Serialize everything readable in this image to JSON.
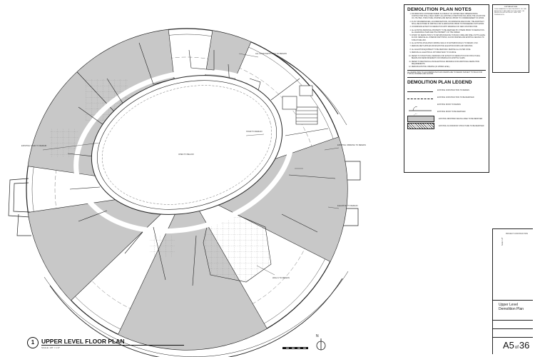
{
  "notes": {
    "title": "DEMOLITION PLAN NOTES",
    "items": [
      "INFORMATION CONTAINED HEREIN IS A RESULT OF LIMITED FIELD OBSERVATIONS. CONTRACTOR SHALL FIELD VERIFY ALL EXISTING CONDITIONS INCLUDING THE LOCATIONS OF UTILITIES, STRUCTURE, FINISHES AND DETAILS PRIOR TO COMMENCEMENT OF WORK.",
      "IF ANY DISCREPANCIES, ACCOMMODATIONS, OR OMISSIONS ARE FOUND, THE ARCHITECT SHALL BE NOTIFIED IN WRITING FOR CLARIFICATION PRIOR TO PROCEEDING WITH WORK.",
      "COORDINATE EXTENT OF DEMOLITION WITH DRAWINGS OF NEW CONSTRUCTION.",
      "ALL EXISTING PERSONAL PROPERTY TO BE REMOVED BY OTHERS PRIOR TO DEMOLITION. ALL REMAINING ITEMS ARE THE PROPERTY OF THE OWNER.",
      "INTENT OF DEMOLITION IS TO RETURN BUILDING TO BASIC CORE AND SHELL WITH A LEVEL FLOOR. REMOVE ALL INTERIOR PARTITIONS, FLOOR FINISHES AND EXISTING CEILINGS TO STRUCTURE UNO.",
      "ALL EXISTING INSULATED FURRING WALLS ON EXTERIOR WALLS TO REMAIN, UNO.",
      "REMOVE MEP SUPPLIES FROM EXISTING ELEVATOR DOORS AND WINDOWS.",
      "ALL ELEVATOR EQUIPMENT TO BE REMOVED. REMOVE ALL AS PER CODE.",
      "REMOVE ALL ELECTRICAL FIXTURES BACK TO SOURCE.",
      "REFER TO STRUCTURAL DRAWINGS FOR EXTENT OF DEMOLITION FOR STRUCTURAL BEAMS AND REINFORCEMENT FOR OPENINGS IN EXISTING SLABS.",
      "REFER TO MECHANICAL AND ELECTRICAL DRAWINGS FOR ADDITIONAL DEMOLITION REQUIREMENTS.",
      "REMOVE EXISTING OPENING (IN UPPER LEVEL)."
    ],
    "footnote": "ALL DEMOLITION TO ACCOMMODATE PLANS DRAWN ARE TO REMAIN SUBJECT TO BUILD FOR TYPICAL FINISHES AND FLOORS."
  },
  "legend": {
    "title": "DEMOLITION PLAN LEGEND",
    "items": [
      {
        "label": "EXISTING CONSTRUCTION TO REMAIN",
        "style": "solid"
      },
      {
        "label": "EXISTING CONSTRUCTION TO BE REMOVED",
        "style": "dashed"
      },
      {
        "label": "EXISTING DOOR TO REMAIN",
        "style": "door"
      },
      {
        "label": "EXISTING DOOR TO BE REMOVED",
        "style": "door-dashed"
      },
      {
        "label": "EXISTING DROPPED CEILING AREA TO BE REMOVED",
        "style": "gray-fill"
      },
      {
        "label": "EXISTING FLOOR/ROOF STRUCTURE TO BE REMOVED",
        "style": "hatch"
      }
    ]
  },
  "copyright": {
    "title": "COPYRIGHT 2020",
    "text": "THIS DRAWING IS THE PROPERTY OF THE ARCHITECT AND MAY NOT BE USED OR REPRODUCED WITHOUT WRITTEN PERMISSION."
  },
  "plan": {
    "number": "1",
    "title": "UPPER LEVEL FLOOR PLAN",
    "scale": "SCALE: 1/8\" = 1'-0\"",
    "north": "N",
    "callouts": [
      "EXISTING STAIR TO REMAIN",
      "ALL STAIR PARTITIONS TO REMAIN",
      "OPEN TO BELOW",
      "STAIR TO REMAIN",
      "EXISTING OPENING TO REMAIN",
      "ELEVATOR TO REMAIN",
      "WALLS TO REMAIN"
    ]
  },
  "titleblock": {
    "stamp_top": "PROJECT CONSTRUCTION",
    "scale_label": "Scale: 1/8\"",
    "sheet_title": "Upper Level Demolition Plan",
    "sheet_number": "A5",
    "sheet_of": "of",
    "sheet_total": "36"
  },
  "colors": {
    "demo_fill": "#c8c8c8",
    "line": "#222222",
    "light_line": "#666666",
    "paper": "#ffffff"
  }
}
